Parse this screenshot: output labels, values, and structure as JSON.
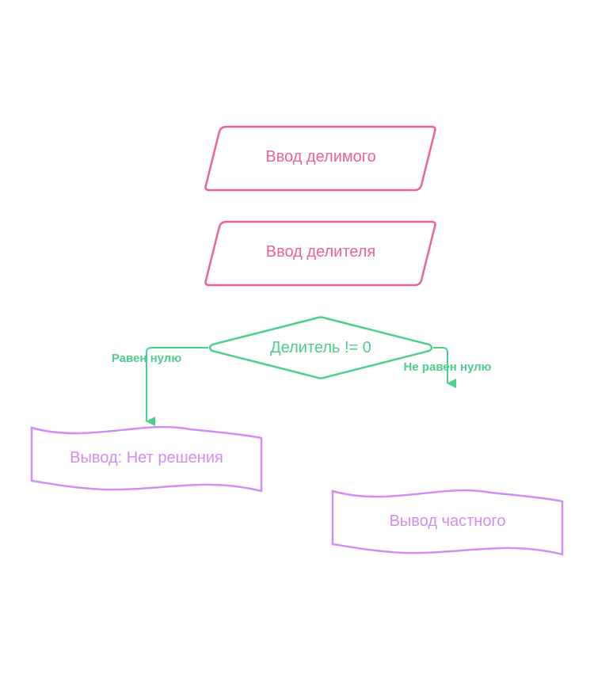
{
  "diagram": {
    "colors": {
      "input": "#f06292",
      "decision": "#4ccf8d",
      "output": "#d28df5",
      "background": "#ffffff"
    },
    "nodes": {
      "input_dividend": {
        "label": "Ввод делимого",
        "shape": "parallelogram"
      },
      "input_divisor": {
        "label": "Ввод делителя",
        "shape": "parallelogram"
      },
      "decision": {
        "label": "Делитель != 0",
        "shape": "diamond"
      },
      "output_no_solution": {
        "label": "Вывод: Нет решения",
        "shape": "document"
      },
      "output_quotient": {
        "label": "Вывод частного",
        "shape": "document"
      }
    },
    "edges": {
      "equal_zero": {
        "label": "Равен нулю",
        "from": "decision",
        "to": "output_no_solution"
      },
      "not_equal_zero": {
        "label": "Не равен нулю",
        "from": "decision",
        "to": "output_quotient"
      }
    }
  }
}
